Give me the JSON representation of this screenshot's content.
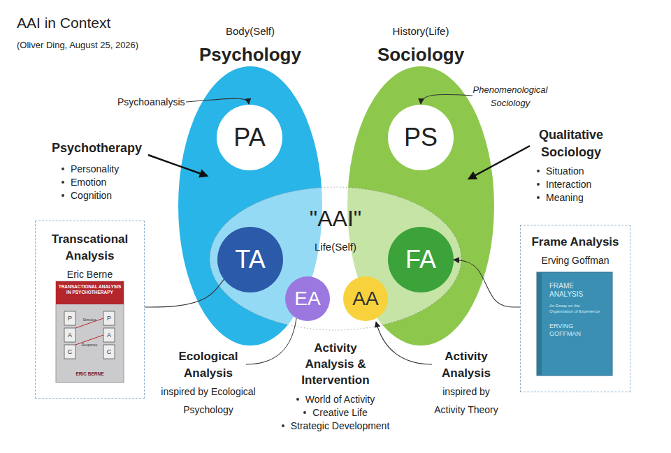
{
  "diagram": {
    "title": "AAI in Context",
    "caption": "(Oliver Ding, August 25, 2026)",
    "nodes": [
      {
        "text": [
          "Body(Self)",
          "Psychology"
        ]
      },
      {
        "text": [
          "PA"
        ],
        "in": 0
      },
      {
        "text": [
          "History(Life)",
          "Sociology"
        ]
      },
      {
        "text": [
          "PS"
        ],
        "in": 2
      },
      {
        "text": [
          "\"AAI\"",
          "Life(Self)"
        ]
      },
      {
        "text": [
          "TA"
        ],
        "in": 4
      },
      {
        "text": [
          "FA"
        ],
        "in": 4
      },
      {
        "text": [
          "EA"
        ],
        "in": 4
      },
      {
        "text": [
          "AA"
        ],
        "in": 4
      },
      {
        "text": [
          "Transcational Analysis",
          "Eric Berne"
        ]
      },
      {
        "text": [
          "Frame Analysis",
          "Erving Goffman"
        ]
      }
    ],
    "edges": [
      {
        "from": 5,
        "to": 9,
        "arrow": "none"
      },
      {
        "from": 10,
        "to": 6,
        "arrow": "to"
      }
    ],
    "labels": [
      "Psychoanalysis",
      "Phenomenological Sociology",
      "Psychotherapy",
      "Personality",
      "Emotion",
      "Cognition",
      "Qualitative Sociology",
      "Situation",
      "Interaction",
      "Meaning",
      "TRANSACTIONAL ANALYSIS IN PSYCHOTHERAPY",
      "P",
      "A",
      "C",
      "P",
      "A",
      "C",
      "Stimulus",
      "Response",
      "ERIC BERNE",
      "FRAME ANALYSIS",
      "An Essay on the Organization of Experience",
      "ERVING GOFFMAN",
      "Ecological Analysis",
      "inspired by Ecological Psychology",
      "Activity Analysis & Intervention",
      "World of Activity",
      "Creative Life",
      "Strategic Development",
      "Activity Analysis",
      "inspired by Activity Theory"
    ]
  }
}
